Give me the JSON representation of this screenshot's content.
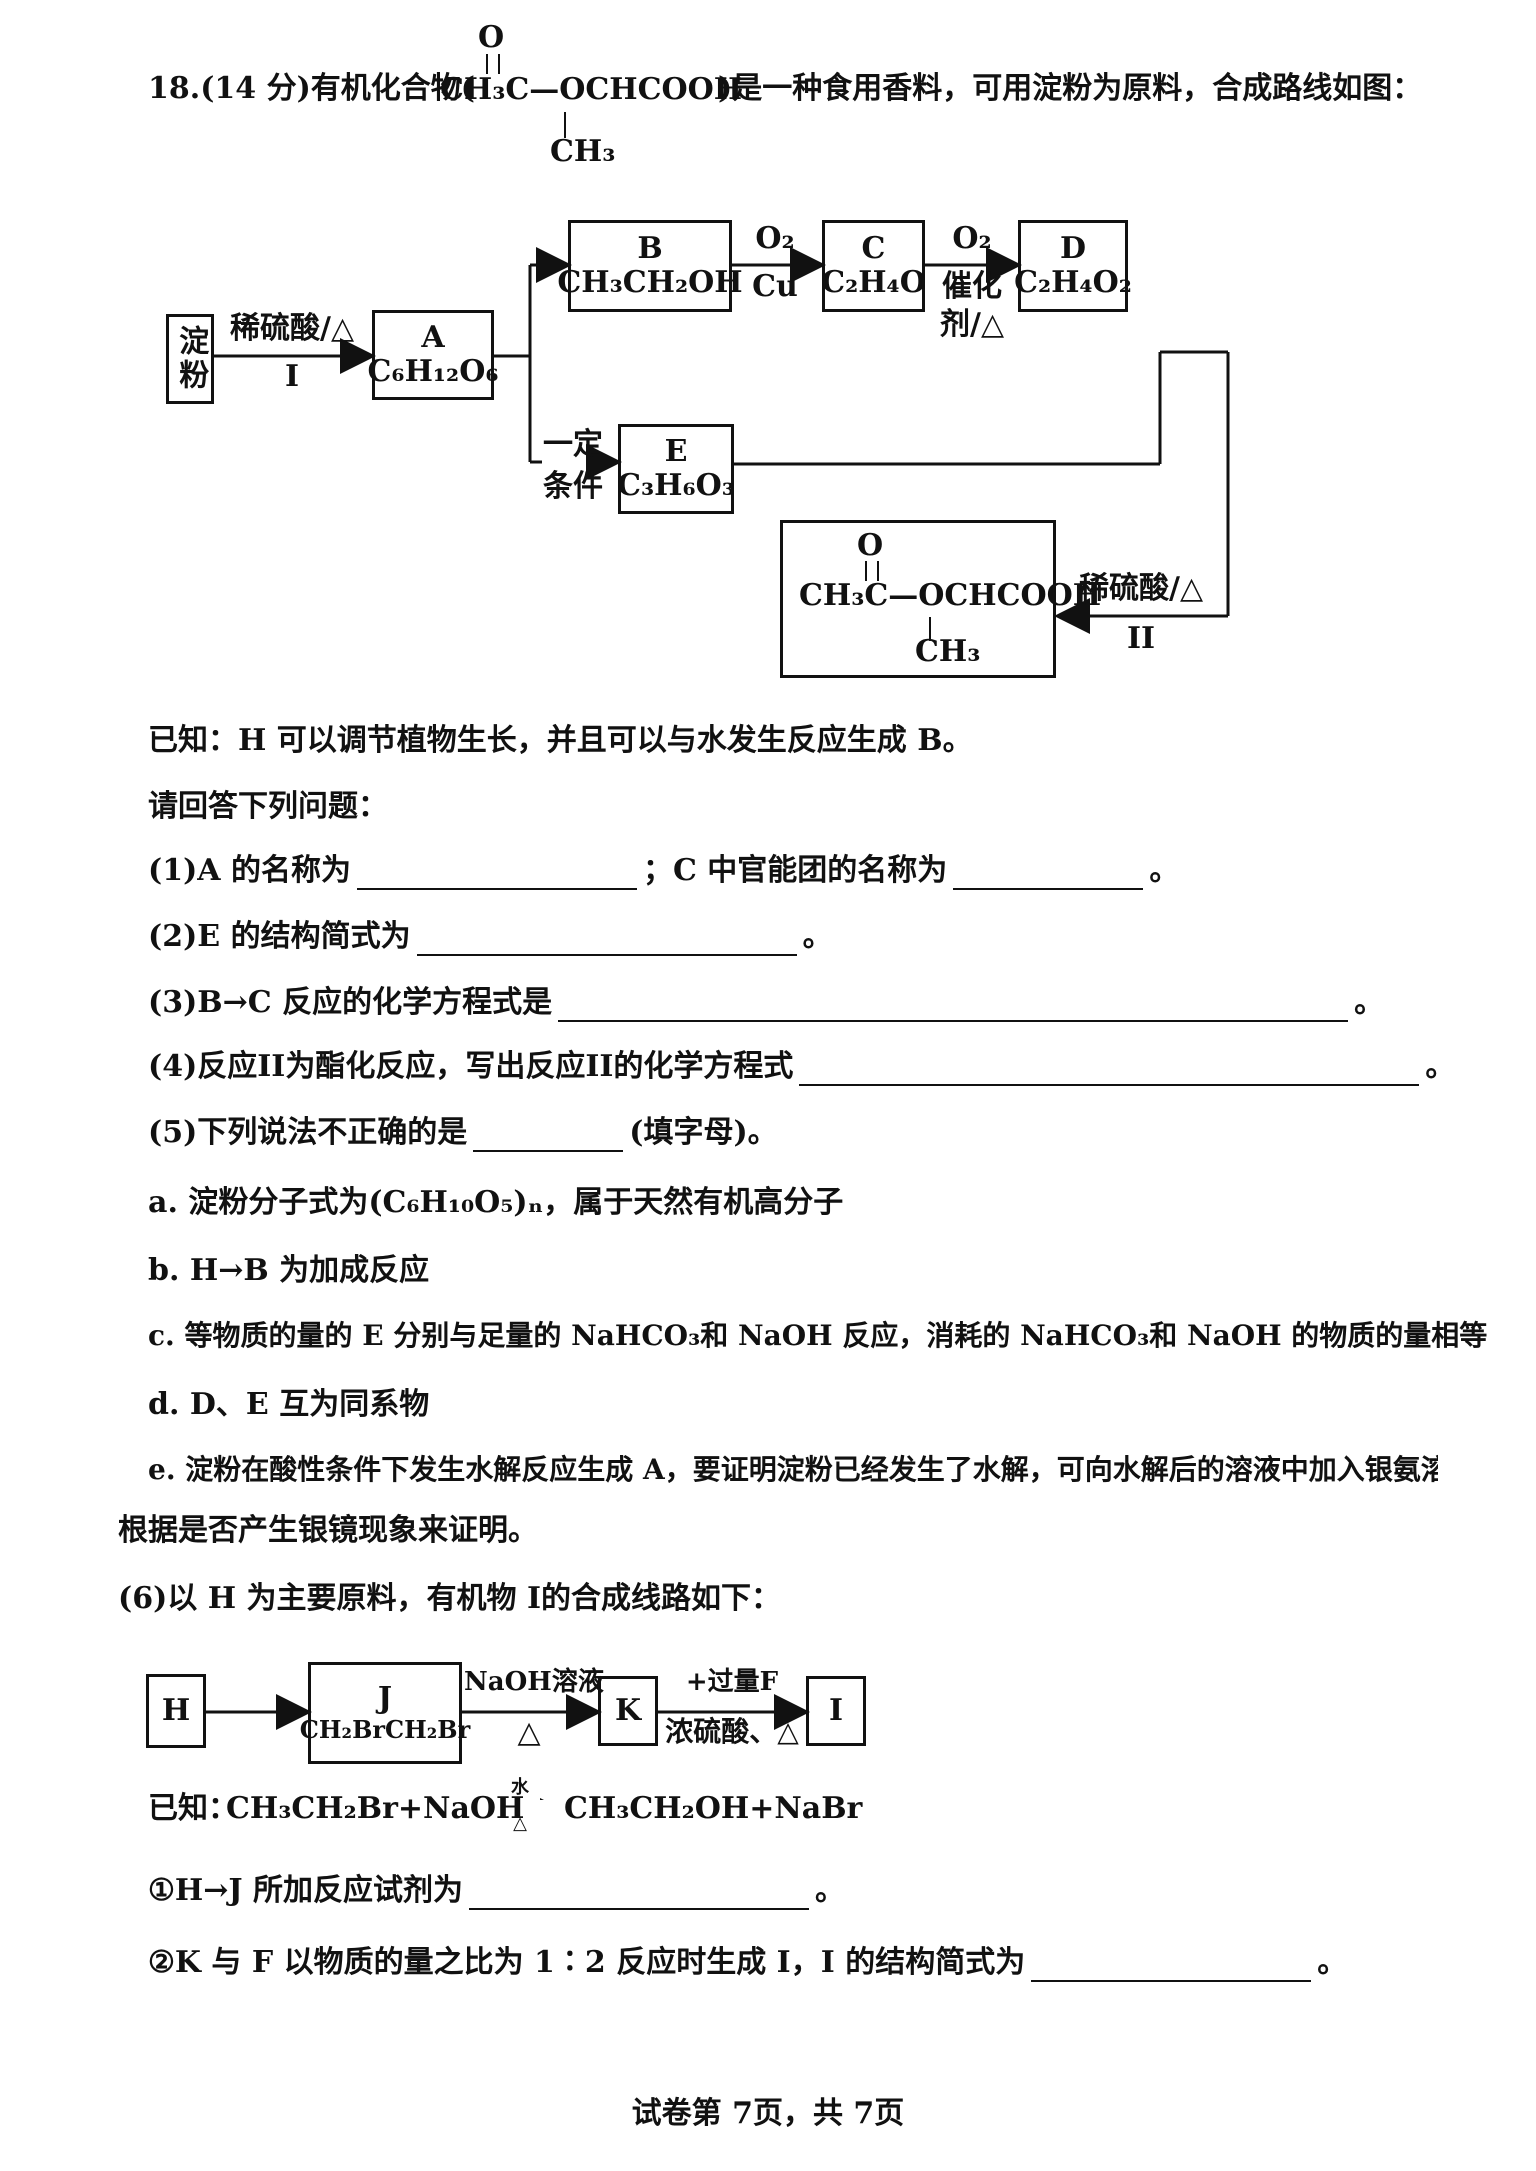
{
  "question": {
    "title_prefix": "18.(14 分)有机化合物(",
    "title_suffix": ")是一种食用香料，可用淀粉为原料，合成路线如图："
  },
  "compound": {
    "o_top": "O",
    "main_chain": "CH₃C—OCHCOOH",
    "methyl": "CH₃"
  },
  "scheme1": {
    "starch": "淀粉",
    "arrow_I_top": "稀硫酸/△",
    "arrow_I_bottom": "I",
    "A": {
      "name": "A",
      "formula": "C₆H₁₂O₆"
    },
    "B": {
      "name": "B",
      "formula": "CH₃CH₂OH"
    },
    "C": {
      "name": "C",
      "formula": "C₂H₄O"
    },
    "D": {
      "name": "D",
      "formula": "C₂H₄O₂"
    },
    "E": {
      "name": "E",
      "formula": "C₃H₆O₃"
    },
    "arrow_BC_top": "O₂",
    "arrow_BC_bottom": "Cu",
    "arrow_CD_top": "O₂",
    "arrow_CD_bottom1": "催化",
    "arrow_CD_bottom2": "剂/△",
    "arrow_AE_top": "一定",
    "arrow_AE_bottom": "条件",
    "arrow_II_top": "稀硫酸/△",
    "arrow_II_bottom": "II"
  },
  "known1": "已知：H 可以调节植物生长，并且可以与水发生反应生成 B。",
  "prompt": "请回答下列问题：",
  "q1_a": "(1)A 的名称为",
  "q1_b": "；C 中官能团的名称为",
  "q1_end": "。",
  "q2": "(2)E 的结构简式为",
  "q2_end": "。",
  "q3": "(3)B→C 反应的化学方程式是",
  "q3_end": "。",
  "q4": "(4)反应II为酯化反应，写出反应II的化学方程式",
  "q4_end": "。",
  "q5": "(5)下列说法不正确的是",
  "q5_end": "(填字母)。",
  "opt_a": "a. 淀粉分子式为(C₆H₁₀O₅)ₙ，属于天然有机高分子",
  "opt_b": "b. H→B 为加成反应",
  "opt_c": "c. 等物质的量的 E 分别与足量的 NaHCO₃和 NaOH 反应，消耗的 NaHCO₃和 NaOH 的物质的量相等",
  "opt_d": "d. D、E 互为同系物",
  "opt_e1": "e. 淀粉在酸性条件下发生水解反应生成 A，要证明淀粉已经发生了水解，可向水解后的溶液中加入银氨溶液",
  "opt_e2": "根据是否产生银镜现象来证明。",
  "q6": "(6)以 H 为主要原料，有机物 I的合成线路如下：",
  "scheme2": {
    "H": "H",
    "J_name": "J",
    "J_formula": "CH₂BrCH₂Br",
    "arrow_JK_top": "NaOH溶液",
    "arrow_JK_bottom": "△",
    "K": "K",
    "arrow_KI_top": "+过量F",
    "arrow_KI_bottom": "浓硫酸、△",
    "I": "I"
  },
  "known2_label": "已知：",
  "known2_left": "CH₃CH₂Br+NaOH",
  "known2_top": "水",
  "known2_bottom": "△",
  "known2_right": "CH₃CH₂OH+NaBr",
  "q6_1": "①H→J 所加反应试剂为",
  "q6_1_end": "。",
  "q6_2": "②K 与 F 以物质的量之比为 1∶2 反应时生成 I，I 的结构简式为",
  "q6_2_end": "。",
  "footer": "试卷第 7页，共 7页"
}
